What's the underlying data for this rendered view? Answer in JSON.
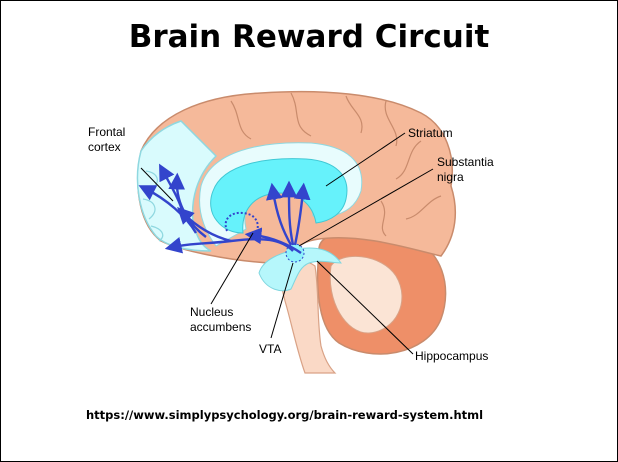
{
  "title": "Brain Reward Circuit",
  "labels": {
    "frontal_1": "Frontal",
    "frontal_2": "cortex",
    "striatum": "Striatum",
    "substantia_1": "Substantia",
    "substantia_2": "nigra",
    "nucleus_1": "Nucleus",
    "nucleus_2": "accumbens",
    "vta": "VTA",
    "hippocampus": "Hippocampus"
  },
  "source_url": "https://www.simplypsychology.org/brain-reward-system.html",
  "colors": {
    "brain": "#f5b99a",
    "brain_outline": "#c98b6c",
    "frontal": "#d9fbfd",
    "striatum": "#66f2fb",
    "pathway": "#3344cc",
    "cerebellum": "#ee8f68",
    "brainstem": "#fad9c6"
  }
}
